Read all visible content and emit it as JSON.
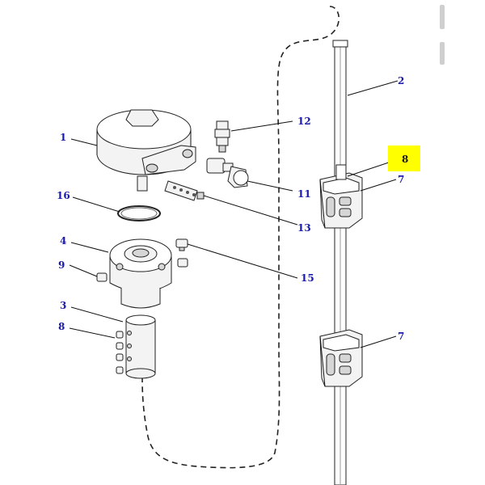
{
  "callouts": {
    "c1": "1",
    "c2": "2",
    "c3": "3",
    "c4": "4",
    "c7a": "7",
    "c7b": "7",
    "c8a": "8",
    "c8b": "8",
    "c9": "9",
    "c11": "11",
    "c12": "12",
    "c13": "13",
    "c15": "15",
    "c16": "16"
  },
  "colors": {
    "callout_text": "#1a1aa8",
    "highlight_fill": "#ffff00",
    "line": "#111111"
  }
}
